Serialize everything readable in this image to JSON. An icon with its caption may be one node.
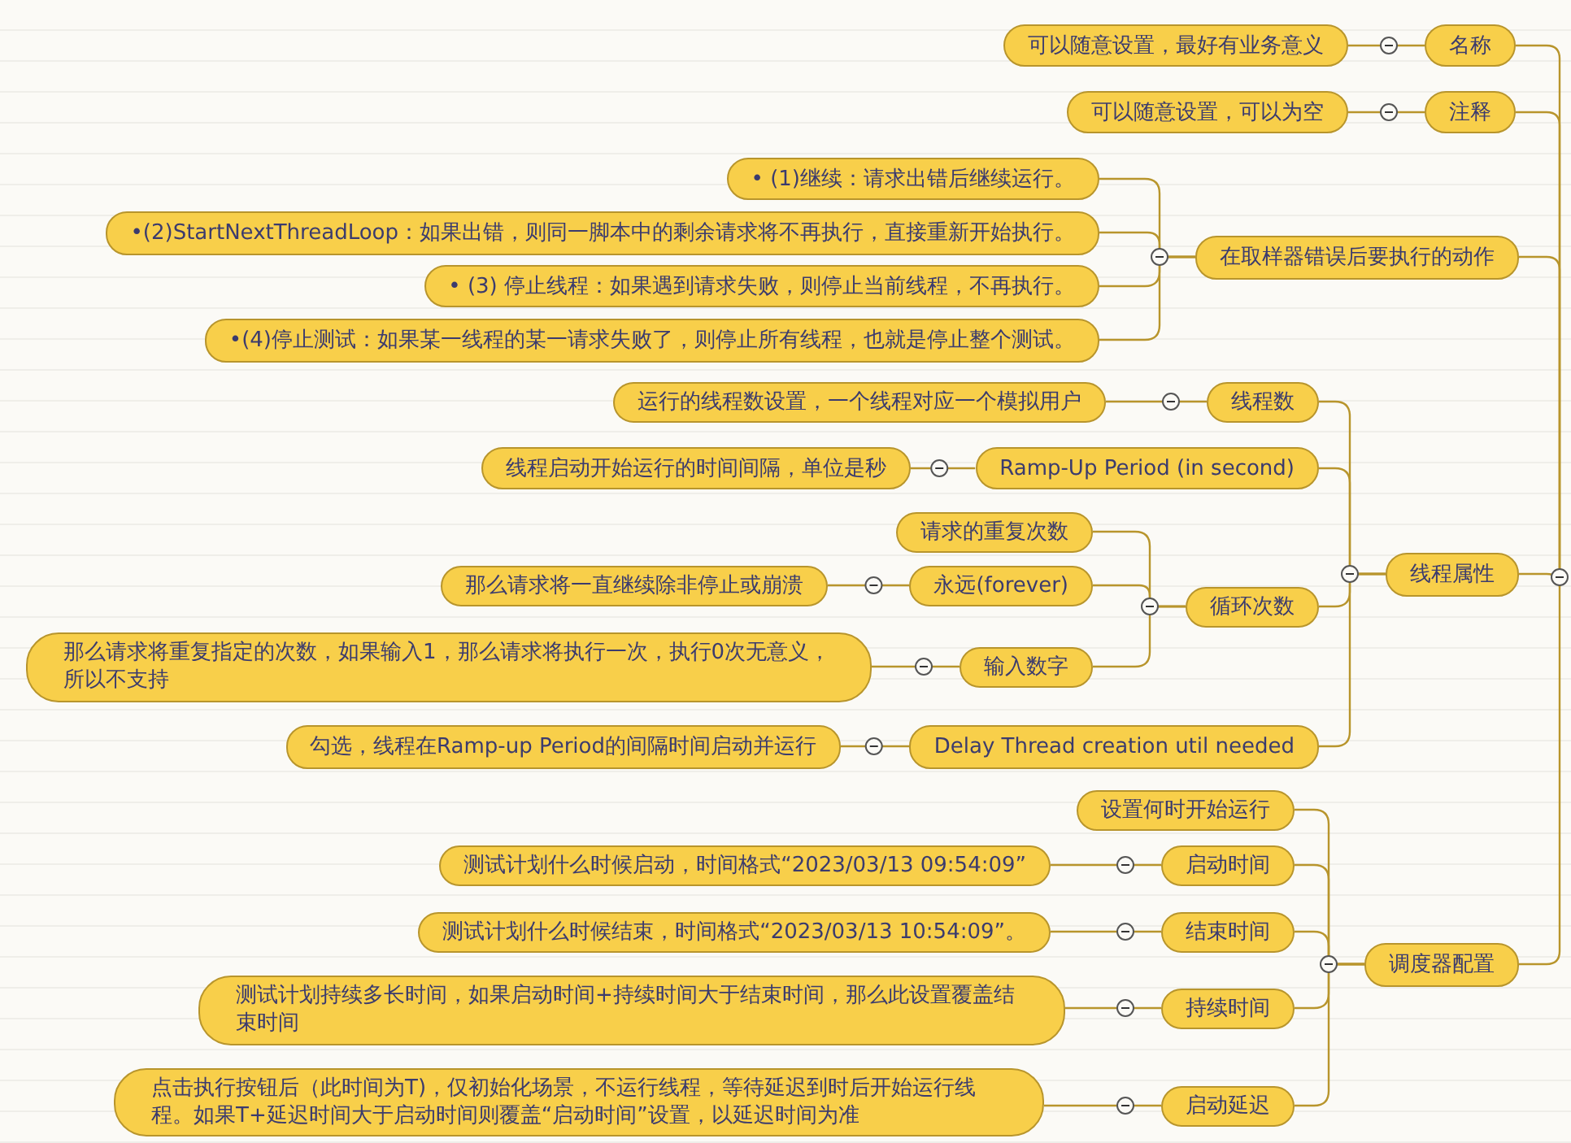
{
  "diagram": {
    "nodes": [
      {
        "text": [
          "名称"
        ]
      },
      {
        "text": [
          "可以随意设置，最好有业务意义"
        ]
      },
      {
        "text": [
          "注释"
        ]
      },
      {
        "text": [
          "可以随意设置，可以为空"
        ]
      },
      {
        "text": [
          "在取样器错误后要执行的动作"
        ]
      },
      {
        "text": [
          "• (1)继续：请求出错后继续运行。"
        ]
      },
      {
        "text": [
          "•(2)StartNextThreadLoop：如果出错，则同一脚本中的剩余请求将不再执行，直接重新开始执行。"
        ]
      },
      {
        "text": [
          "• (3) 停止线程：如果遇到请求失败，则停止当前线程，不再执行。"
        ]
      },
      {
        "text": [
          "•(4)停止测试：如果某一线程的某一请求失败了，则停止所有线程，也就是停止整个测试。"
        ]
      },
      {
        "text": [
          "线程属性"
        ]
      },
      {
        "text": [
          "线程数"
        ]
      },
      {
        "text": [
          "运行的线程数设置，一个线程对应一个模拟用户"
        ]
      },
      {
        "text": [
          "Ramp-Up Period (in second)"
        ]
      },
      {
        "text": [
          "线程启动开始运行的时间间隔，单位是秒"
        ]
      },
      {
        "text": [
          "循环次数"
        ]
      },
      {
        "text": [
          "请求的重复次数"
        ]
      },
      {
        "text": [
          "永远(forever)"
        ]
      },
      {
        "text": [
          "那么请求将一直继续除非停止或崩溃"
        ]
      },
      {
        "text": [
          "输入数字"
        ]
      },
      {
        "text": [
          "那么请求将重复指定的次数，如果输入1，那么请求将执行一次，执行0次无意义，所以不支持"
        ]
      },
      {
        "text": [
          "Delay Thread creation util needed"
        ]
      },
      {
        "text": [
          "勾选，线程在Ramp-up Period的间隔时间启动并运行"
        ]
      },
      {
        "text": [
          "调度器配置"
        ]
      },
      {
        "text": [
          "设置何时开始运行"
        ]
      },
      {
        "text": [
          "启动时间"
        ]
      },
      {
        "text": [
          "测试计划什么时候启动，时间格式“2023/03/13 09:54:09”"
        ]
      },
      {
        "text": [
          "结束时间"
        ]
      },
      {
        "text": [
          "测试计划什么时候结束，时间格式“2023/03/13 10:54:09”。"
        ]
      },
      {
        "text": [
          "持续时间"
        ]
      },
      {
        "text": [
          "测试计划持续多长时间，如果启动时间+持续时间大于结束时间，那么此设置覆盖结束时间"
        ]
      },
      {
        "text": [
          "启动延迟"
        ]
      },
      {
        "text": [
          "点击执行按钮后（此时间为T)，仅初始化场景，不运行线程，等待延迟到时后开始运行线程。如果T+延迟时间大于启动时间则覆盖“启动时间”设置，以延迟时间为准"
        ]
      }
    ],
    "edges": [
      {
        "from": null,
        "to": 0,
        "arrow": "none"
      },
      {
        "from": 0,
        "to": 1,
        "arrow": "none"
      },
      {
        "from": null,
        "to": 2,
        "arrow": "none"
      },
      {
        "from": 2,
        "to": 3,
        "arrow": "none"
      },
      {
        "from": null,
        "to": 4,
        "arrow": "none"
      },
      {
        "from": 4,
        "to": 5,
        "arrow": "none"
      },
      {
        "from": 4,
        "to": 6,
        "arrow": "none"
      },
      {
        "from": 4,
        "to": 7,
        "arrow": "none"
      },
      {
        "from": 4,
        "to": 8,
        "arrow": "none"
      },
      {
        "from": null,
        "to": 9,
        "arrow": "none"
      },
      {
        "from": 9,
        "to": 10,
        "arrow": "none"
      },
      {
        "from": 10,
        "to": 11,
        "arrow": "none"
      },
      {
        "from": 9,
        "to": 12,
        "arrow": "none"
      },
      {
        "from": 12,
        "to": 13,
        "arrow": "none"
      },
      {
        "from": 9,
        "to": 14,
        "arrow": "none"
      },
      {
        "from": 14,
        "to": 15,
        "arrow": "none"
      },
      {
        "from": 14,
        "to": 16,
        "arrow": "none"
      },
      {
        "from": 16,
        "to": 17,
        "arrow": "none"
      },
      {
        "from": 14,
        "to": 18,
        "arrow": "none"
      },
      {
        "from": 18,
        "to": 19,
        "arrow": "none"
      },
      {
        "from": 9,
        "to": 20,
        "arrow": "none"
      },
      {
        "from": 20,
        "to": 21,
        "arrow": "none"
      },
      {
        "from": null,
        "to": 22,
        "arrow": "none"
      },
      {
        "from": 22,
        "to": 23,
        "arrow": "none"
      },
      {
        "from": 22,
        "to": 24,
        "arrow": "none"
      },
      {
        "from": 24,
        "to": 25,
        "arrow": "none"
      },
      {
        "from": 22,
        "to": 26,
        "arrow": "none"
      },
      {
        "from": 26,
        "to": 27,
        "arrow": "none"
      },
      {
        "from": 22,
        "to": 28,
        "arrow": "none"
      },
      {
        "from": 28,
        "to": 29,
        "arrow": "none"
      },
      {
        "from": 22,
        "to": 30,
        "arrow": "none"
      },
      {
        "from": 30,
        "to": 31,
        "arrow": "none"
      }
    ]
  }
}
